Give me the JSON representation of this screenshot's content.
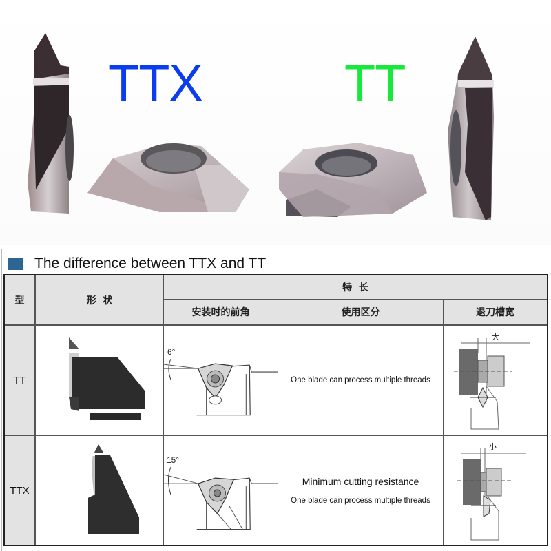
{
  "photo": {
    "labels": {
      "ttx": {
        "text": "TTX",
        "color": "#0a3cf0"
      },
      "tt": {
        "text": "TT",
        "color": "#17e83a"
      }
    },
    "inserts": [
      {
        "name": "ttx-insert-side-view",
        "position": "left"
      },
      {
        "name": "ttx-insert-top-view",
        "position": "center-left"
      },
      {
        "name": "tt-insert-top-view",
        "position": "center-right"
      },
      {
        "name": "tt-insert-side-view",
        "position": "right"
      }
    ]
  },
  "section": {
    "title": "The difference between TTX and TT",
    "marker_color": "#2f6593"
  },
  "table": {
    "headers": {
      "type": "型",
      "shape": "形  状",
      "features": "特  长",
      "rake_angle": "安装时的前角",
      "usage": "使用区分",
      "relief_groove": "退刀槽宽"
    },
    "rows": [
      {
        "type": "TT",
        "rake_angle_label": "6°",
        "usage_lines": [
          "One blade can process multiple threads"
        ],
        "groove_label": "大"
      },
      {
        "type": "TTX",
        "rake_angle_label": "15°",
        "usage_lines": [
          "Minimum cutting resistance",
          "One blade can process multiple threads"
        ],
        "groove_label": "小"
      }
    ]
  }
}
